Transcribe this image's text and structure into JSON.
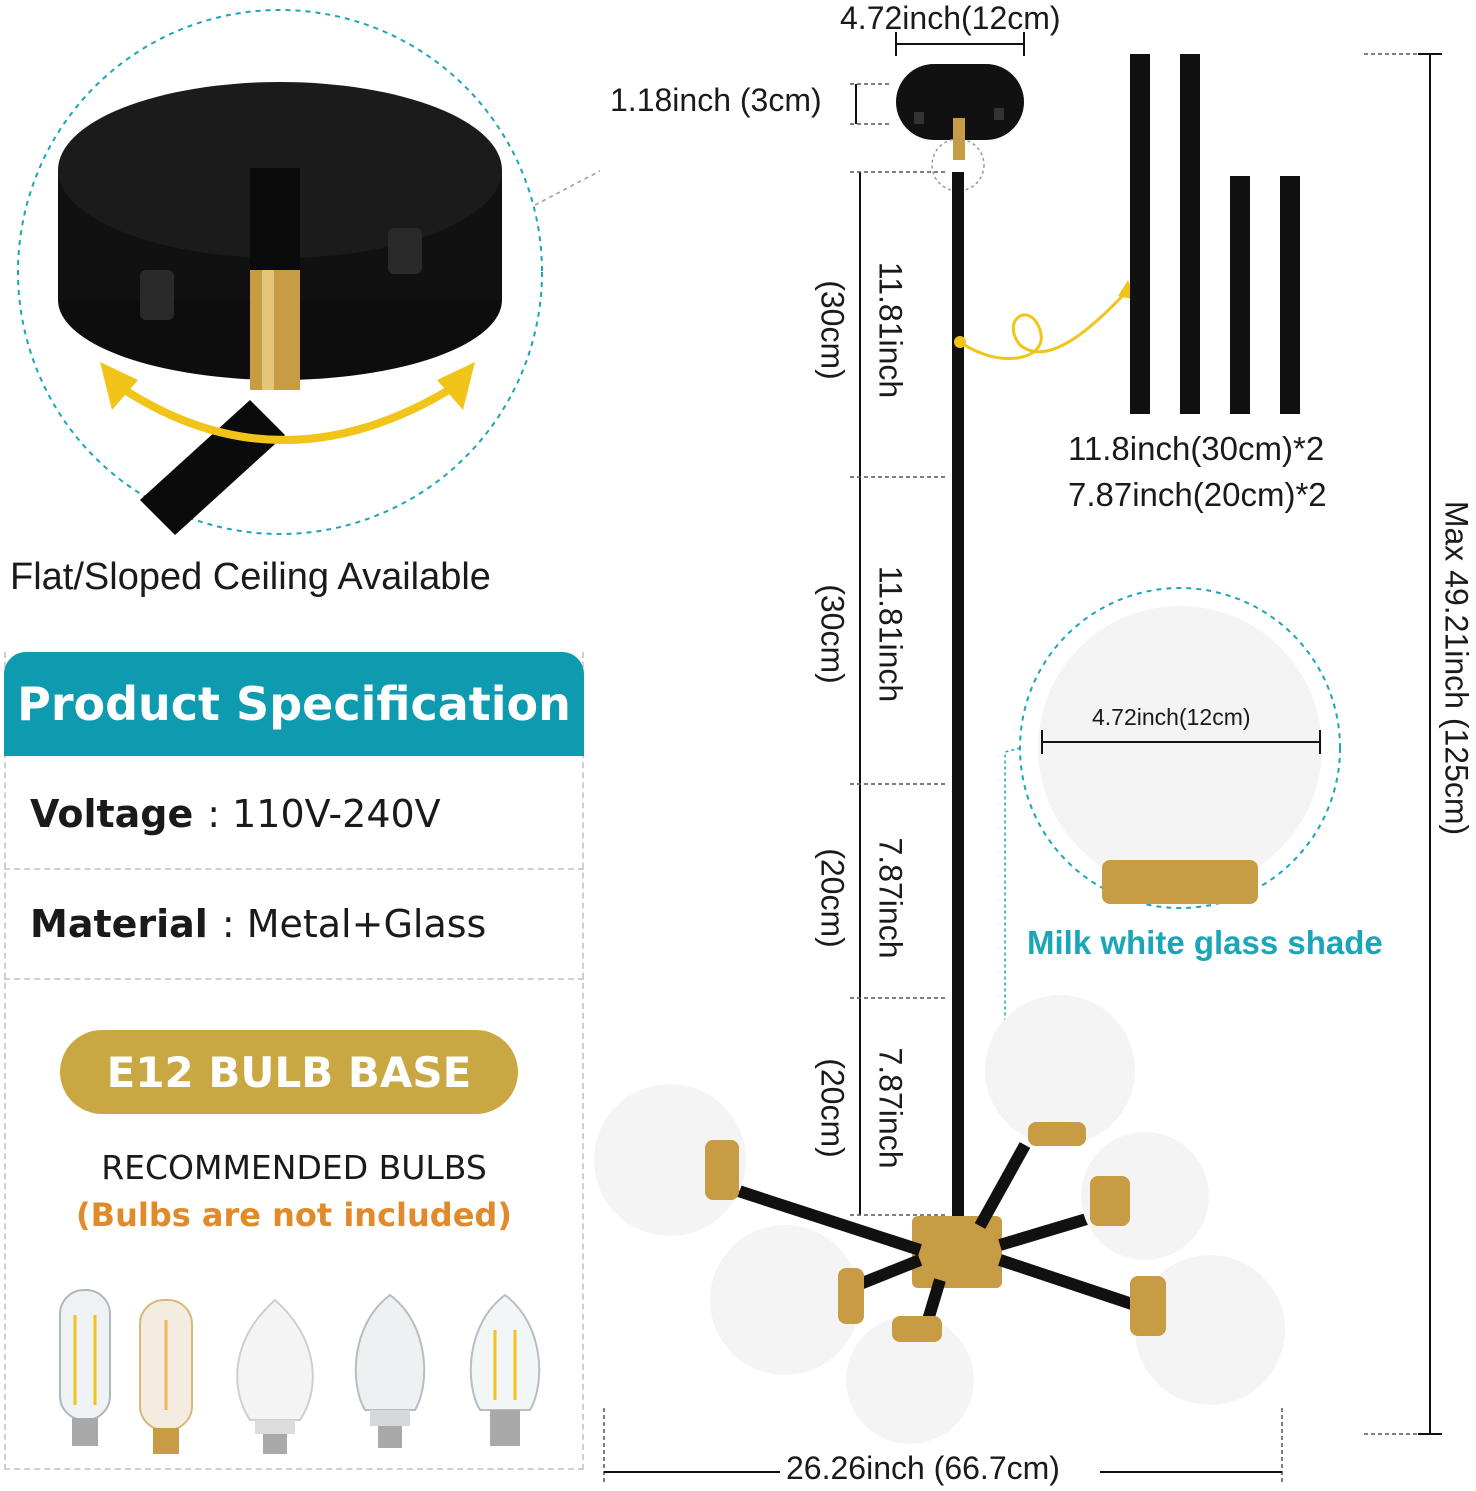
{
  "ceiling": {
    "caption": "Flat/Sloped Ceiling Available"
  },
  "spec": {
    "header": "Product Specification",
    "voltage_key": "Voltage",
    "voltage_val": ": 110V-240V",
    "material_key": "Material",
    "material_val": ": Metal+Glass",
    "bulb_base": "E12 BULB BASE",
    "recommended": "RECOMMENDED BULBS",
    "not_included": "(Bulbs are not included)"
  },
  "dims": {
    "canopy_width": "4.72inch(12cm)",
    "canopy_height": "1.18inch (3cm)",
    "rod1": "11.81inch",
    "rod1_cm": "(30cm)",
    "rod2": "11.81inch",
    "rod2_cm": "(30cm)",
    "rod3": "7.87inch",
    "rod3_cm": "(20cm)",
    "rod4": "7.87inch",
    "rod4_cm": "(20cm)",
    "rods_long": "11.8inch(30cm)*2",
    "rods_short": "7.87inch(20cm)*2",
    "max_height": "Max 49.21inch  (125cm)",
    "width": "26.26inch (66.7cm)",
    "globe_dia": "4.72inch(12cm)",
    "glass_label": "Milk white glass shade"
  },
  "colors": {
    "teal": "#0e9aaf",
    "gold": "#c9a844",
    "brass": "#c89b45",
    "black": "#111111",
    "orange_note": "#e08a2a"
  }
}
